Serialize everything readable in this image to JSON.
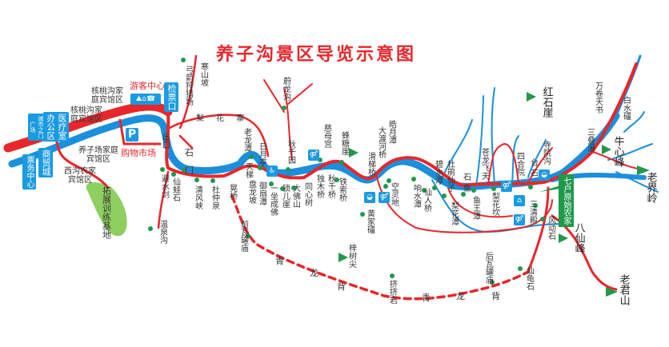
{
  "title": "养子沟景区导览示意图",
  "facilities": [
    "票务中心",
    "商贸城",
    "城市之门广场",
    "办公区",
    "医疗室",
    "检票口"
  ],
  "areas": [
    "核桃沟家庭宾馆区",
    "核桃沟家庭宾馆区",
    "养子场家庭宾馆区",
    "西沟农家宾馆区",
    "拓展训练基地",
    "出口",
    "梨 花 寨"
  ],
  "red_labels": [
    "游客中心",
    "购物市场"
  ],
  "parking_label": "P",
  "spots": [
    "弓箭狩猎场",
    "寒山坡",
    "石　门",
    "老龙潭",
    "日月亭",
    "天梯",
    "蔚龙沟",
    "秋千园",
    "慈母宫",
    "蜂糖崖",
    "大渡河桥",
    "滑梯桥",
    "皓月潭",
    "避水剑",
    "仙蛙石",
    "清风峡",
    "杜仲泉",
    "晃桥",
    "盘龙坡",
    "御扇潭",
    "一坐成佛",
    "锁儿崖",
    "大佛山",
    "同心树",
    "独木桥",
    "秋千桥",
    "铁索桥",
    "黄家礓",
    "空灵地",
    "前瓦罐庙",
    "温泉沟",
    "梓树尖",
    "挤挤岩",
    "响水潭",
    "仙人桥",
    "碧水潭",
    "杜鹃仙子",
    "石鱼",
    "梨花潭",
    "鱼王潭",
    "苍龙飞天",
    "梨花坎",
    "四合院",
    "台石",
    "寺院沟",
    "三清殿",
    "风动石",
    "后瓦罐庙",
    "仙龟石",
    "万卷天书",
    "白水礓",
    "三叠瀑"
  ],
  "peaks": [
    "红石崖",
    "牛心峰",
    "老界岭",
    "八仙峰",
    "老君山"
  ],
  "farm_label": "七户原始农家",
  "route_labels": [
    "青",
    "龙",
    "背",
    "青",
    "龙",
    "背"
  ],
  "icons": {
    "toilet": "toilet-icon",
    "restaurant": "restaurant-icon",
    "hotel": "hotel-icon",
    "parking": "parking-icon",
    "peak": "peak-triangle-icon"
  },
  "colors": {
    "road": "#e8262b",
    "river": "#1a8fdc",
    "spot": "#1f9a4a",
    "training": "#8ed060"
  }
}
